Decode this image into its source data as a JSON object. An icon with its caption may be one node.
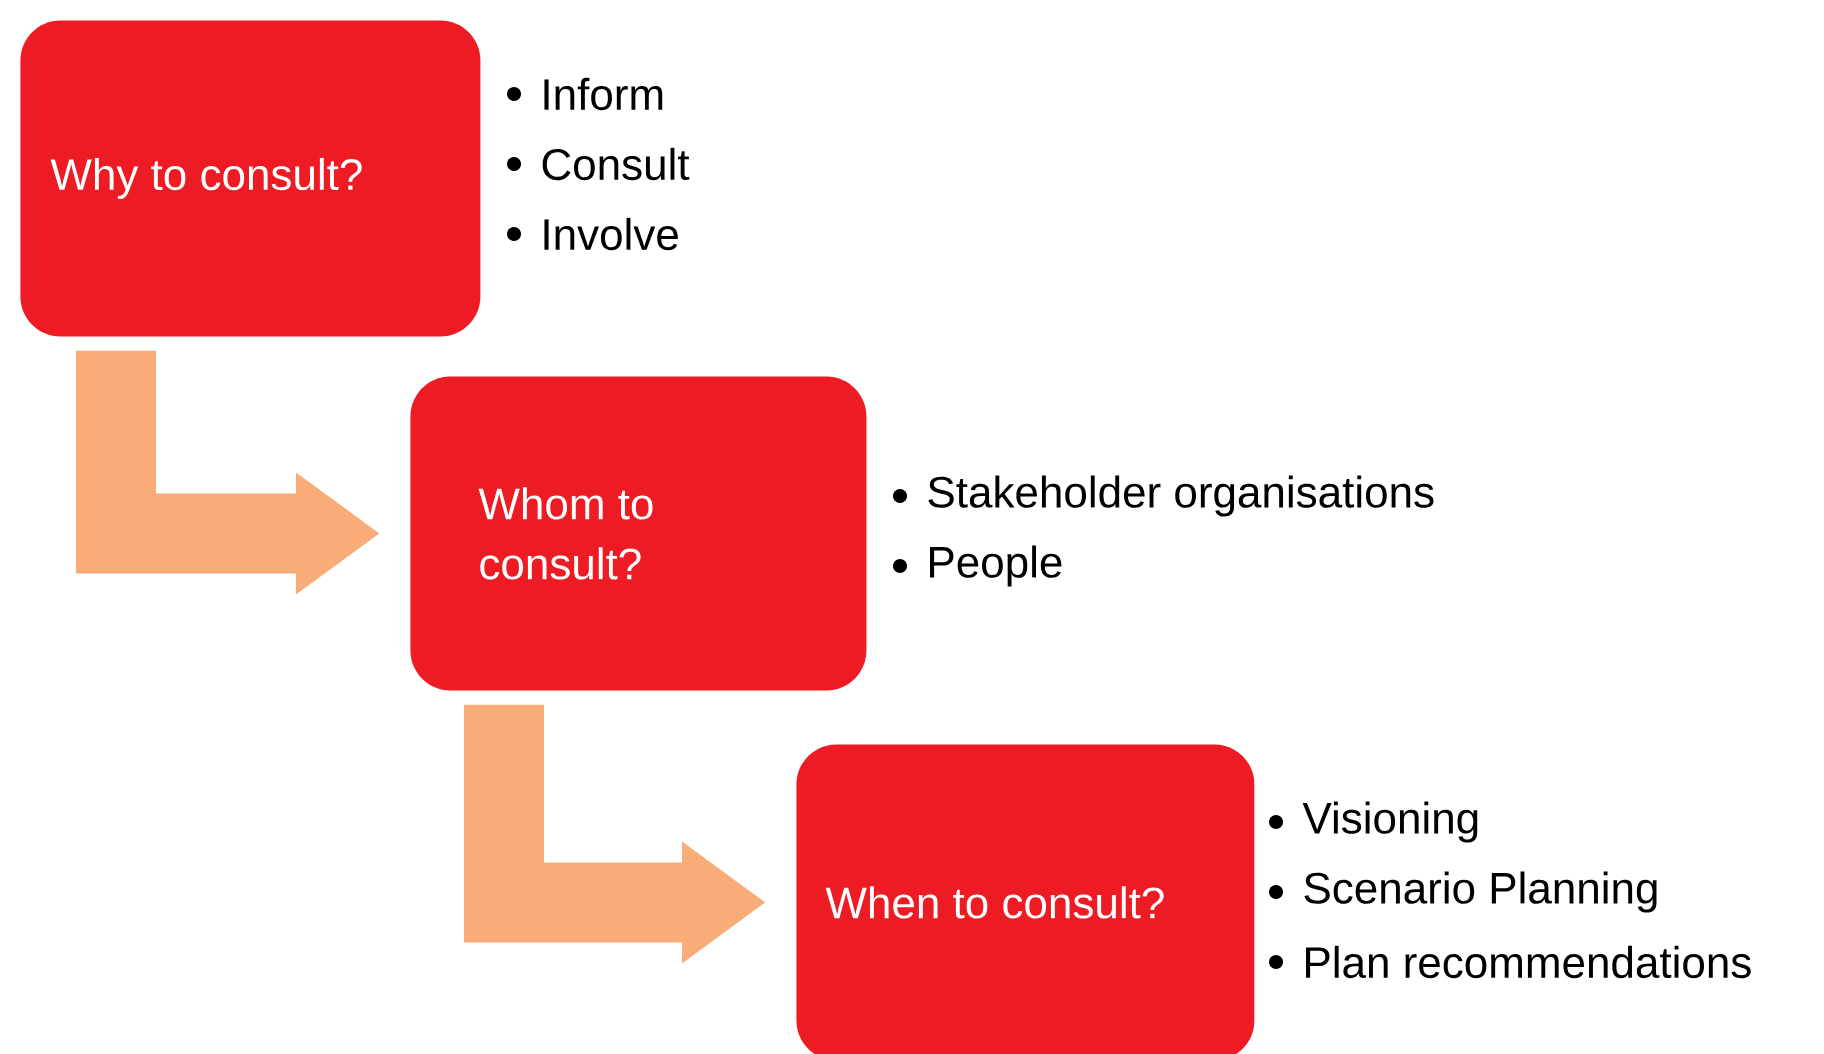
{
  "diagram": {
    "nodes": [
      {
        "text": [
          "Why to consult?"
        ],
        "beside": [
          "Inform",
          "Consult",
          "Involve"
        ]
      },
      {
        "text": [
          "Whom to consult?"
        ],
        "beside": [
          "Stakeholder organisations",
          "People"
        ]
      },
      {
        "text": [
          "When to consult?"
        ],
        "beside": [
          "Visioning",
          "Scenario Planning",
          "Plan recommendations"
        ]
      }
    ],
    "edges": [
      {
        "from": 0,
        "to": 1,
        "arrow": "to"
      },
      {
        "from": 1,
        "to": 2,
        "arrow": "to"
      }
    ]
  }
}
